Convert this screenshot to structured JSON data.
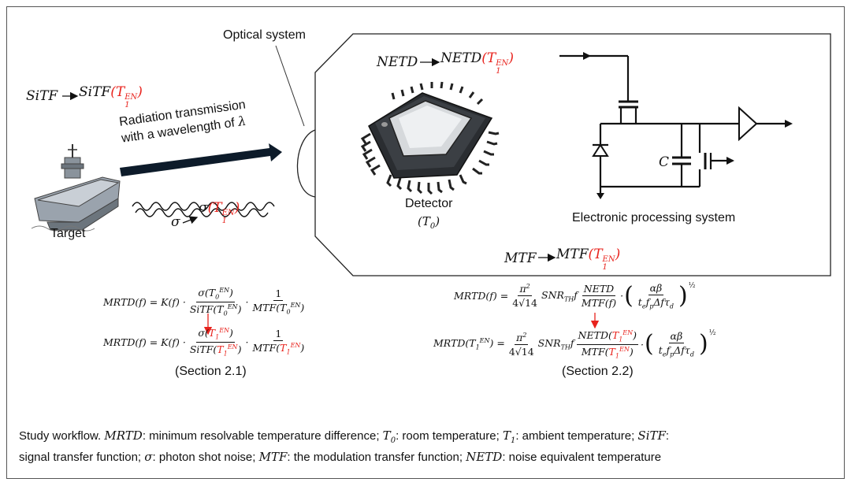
{
  "labels": {
    "optical_system": "Optical system",
    "radiation_line1": "Radiation transmission",
    "radiation_line2": "with a wavelength of",
    "lambda": "λ",
    "target": "Target",
    "detector": "Detector",
    "detector_sub": "(T",
    "detector_sub_index": "0",
    "detector_sub_close": ")",
    "electronic": "Electronic processing system",
    "capacitor": "C",
    "section_21": "(Section 2.1)",
    "section_22": "(Section 2.2)"
  },
  "mappings": {
    "sitf_from": "SiTF",
    "sitf_to": "SiTF",
    "netd_from": "NETD",
    "netd_to": "NETD",
    "sigma_from": "σ",
    "sigma_to": "σ",
    "mtf_from": "MTF",
    "mtf_to": "MTF",
    "t1en_base": "T",
    "t1en_sub": "1",
    "t1en_sup": "EN"
  },
  "caption": {
    "s1": "Study workflow. ",
    "m1": "MRTD",
    "s2": ": minimum resolvable temperature difference; ",
    "m2": "T",
    "m2sub": "0",
    "s3": ": room temperature; ",
    "m3": "T",
    "m3sub": "1",
    "s4": ": ambient temperature; ",
    "m4": "SiTF",
    "s5": ":",
    "s6": "signal transfer function; ",
    "m5": "σ",
    "s7": ": photon shot noise; ",
    "m6": "MTF",
    "s8": ": the modulation transfer function; ",
    "m7": "NETD",
    "s9": ": noise equivalent temperature"
  },
  "colors": {
    "highlight": "#e8231d",
    "arrow": "#0d1b2a",
    "border": "#555555"
  }
}
